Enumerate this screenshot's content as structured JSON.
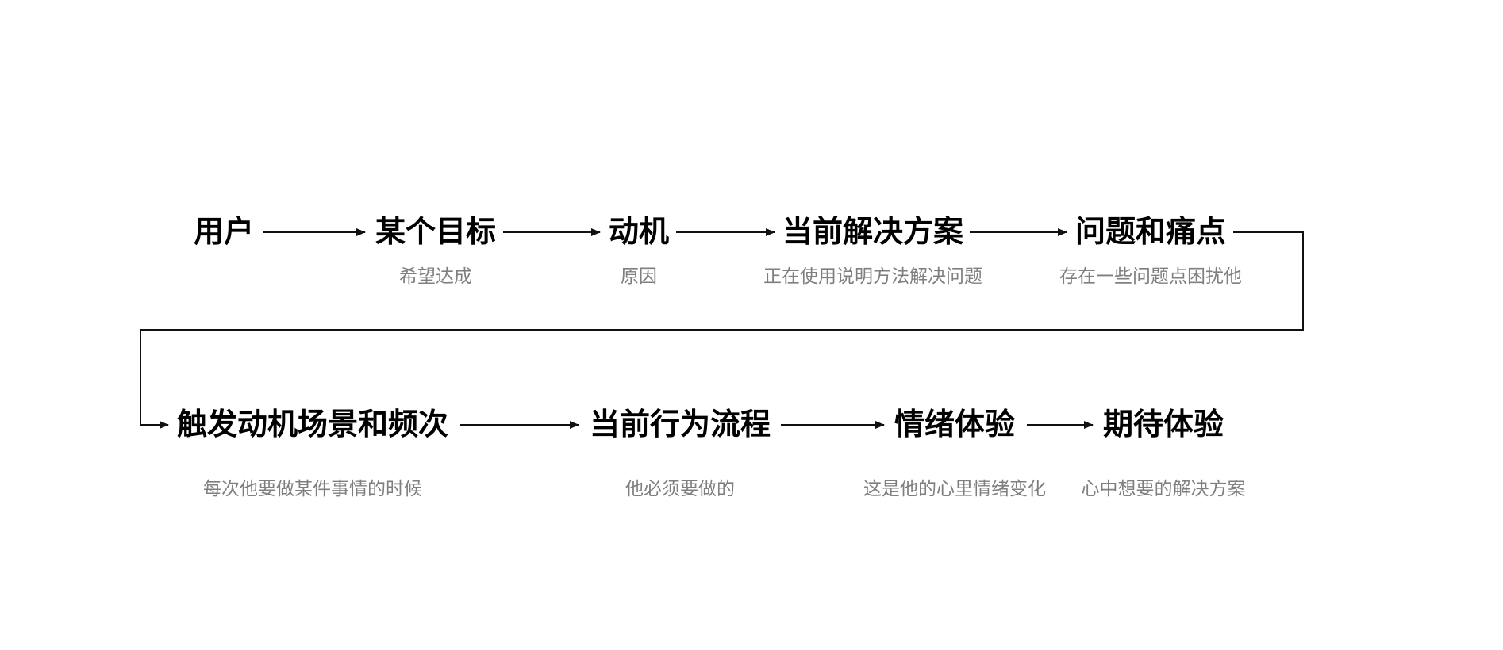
{
  "canvas": {
    "background": "#ffffff",
    "line_color": "#111111",
    "title_color": "#000000",
    "note_color": "#7f7f7f"
  },
  "flow": {
    "row1": [
      {
        "label": "用户",
        "note": ""
      },
      {
        "label": "某个目标",
        "note": "希望达成"
      },
      {
        "label": "动机",
        "note": "原因"
      },
      {
        "label": "当前解决方案",
        "note": "正在使用说明方法解决问题"
      },
      {
        "label": "问题和痛点",
        "note": "存在一些问题点困扰他"
      }
    ],
    "row2": [
      {
        "label": "触发动机场景和频次",
        "note": "每次他要做某件事情的时候"
      },
      {
        "label": "当前行为流程",
        "note": "他必须要做的"
      },
      {
        "label": "情绪体验",
        "note": "这是他的心里情绪变化"
      },
      {
        "label": "期待体验",
        "note": "心中想要的解决方案"
      }
    ]
  }
}
